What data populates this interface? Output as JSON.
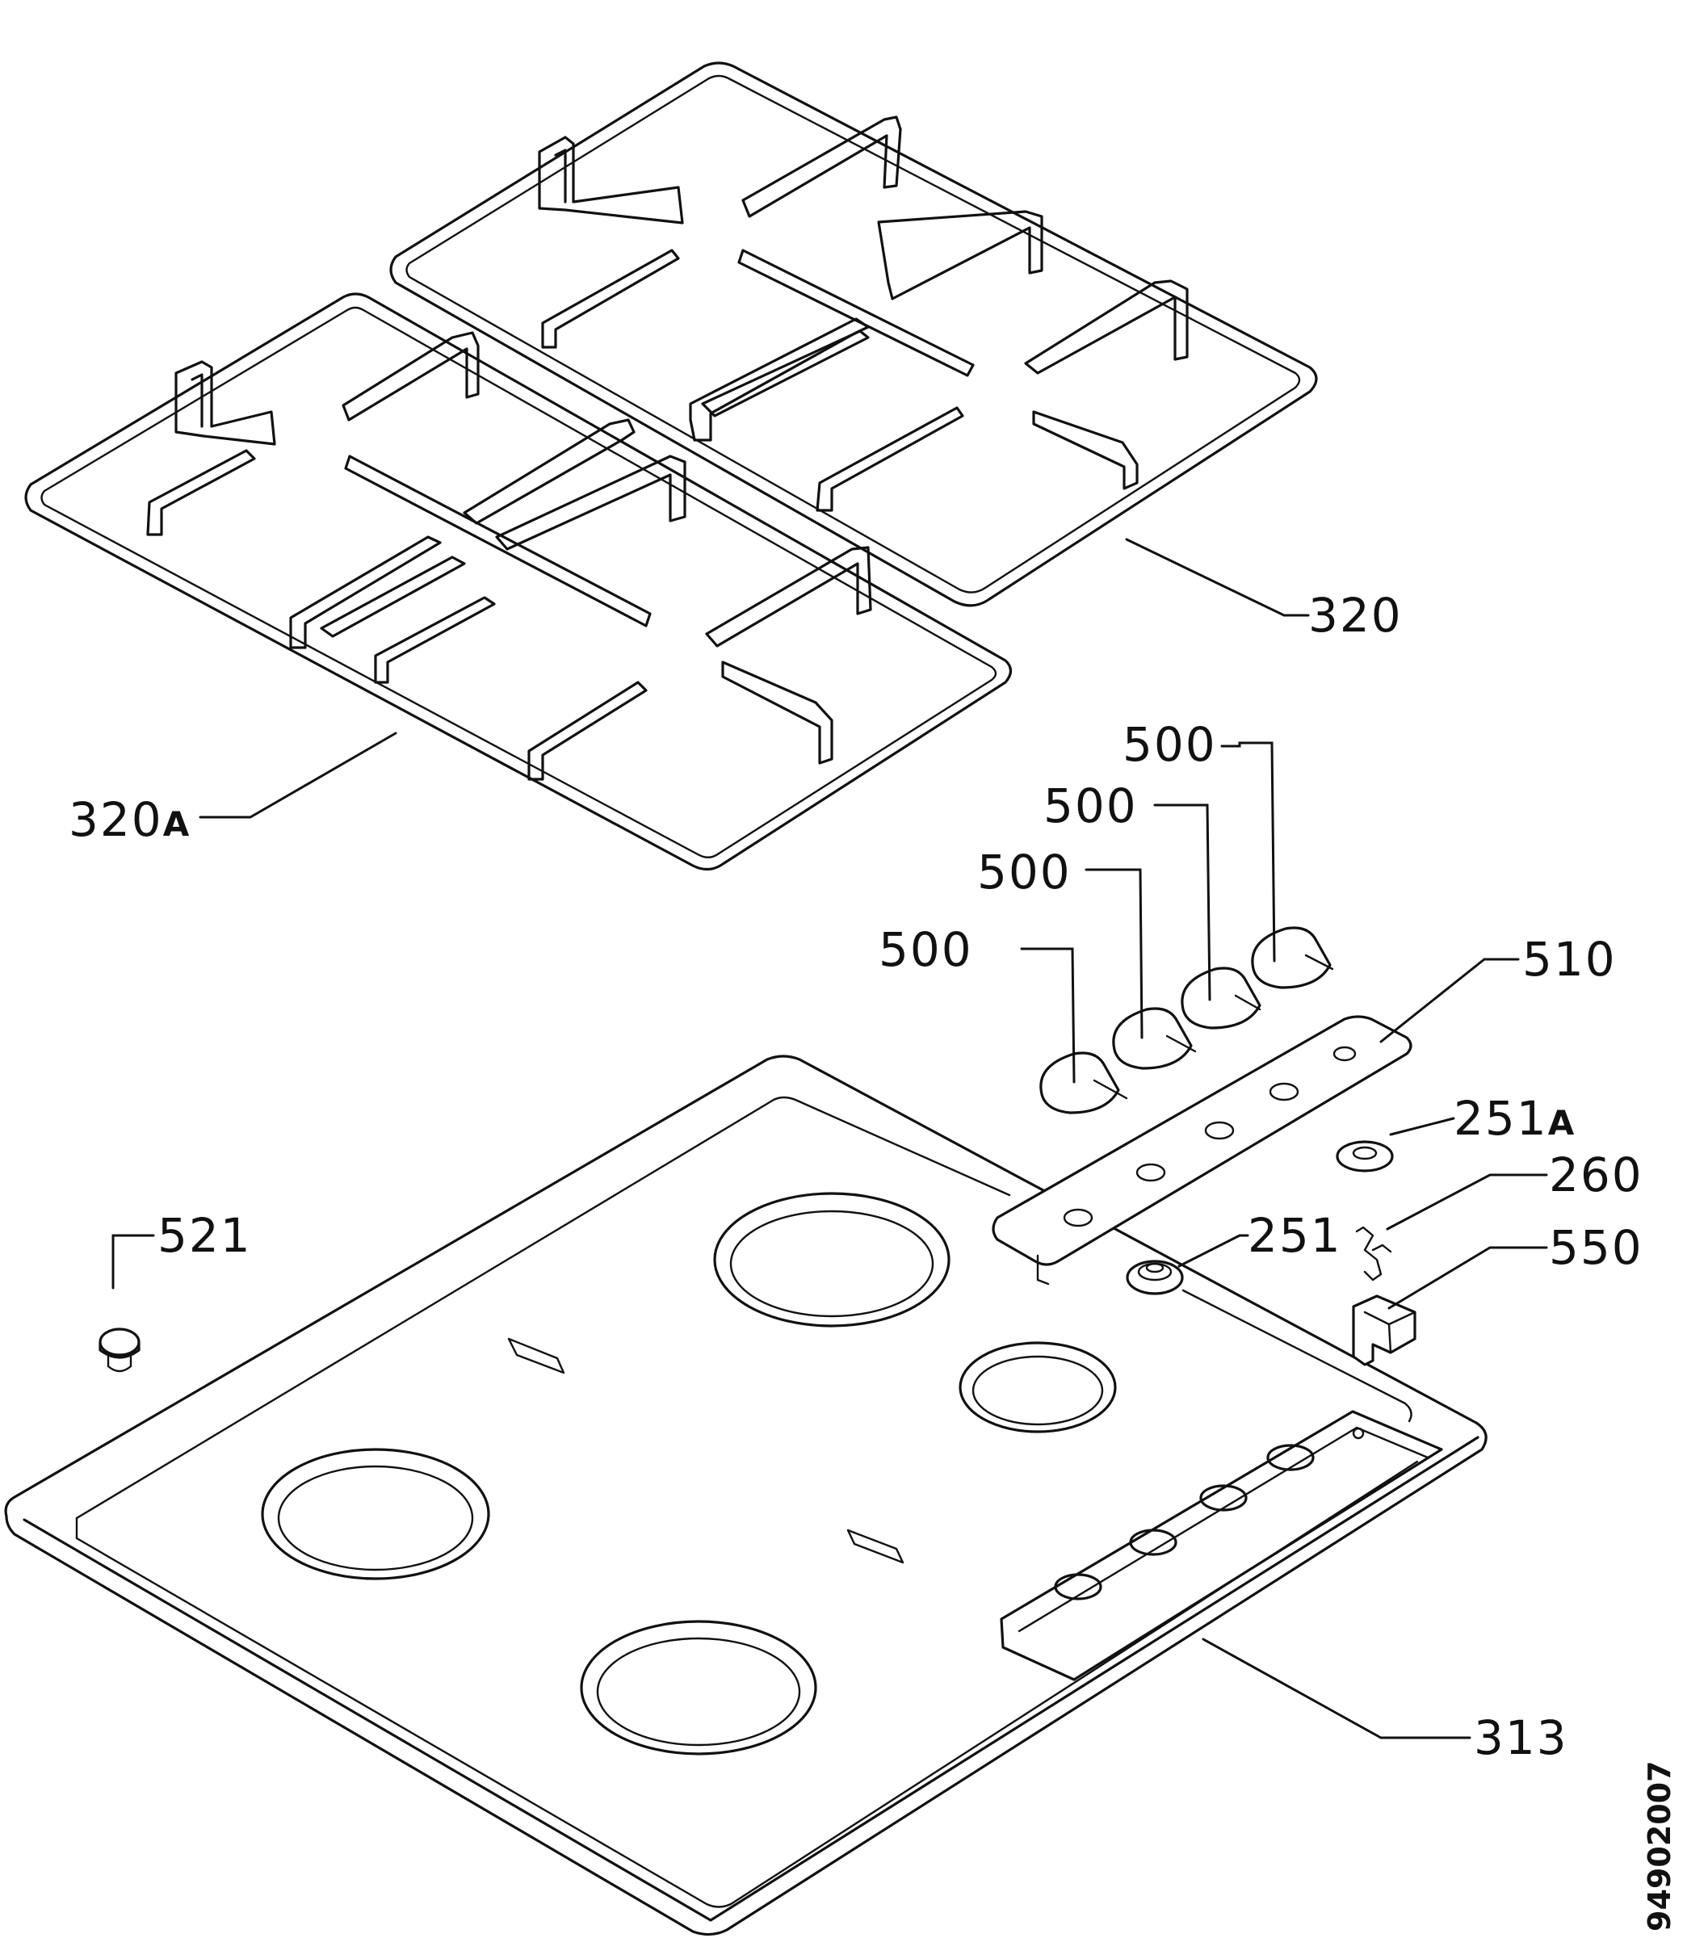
{
  "diagram": {
    "callouts": {
      "grid_320": "320",
      "grid_320a": "320",
      "grid_320a_suffix": "A",
      "knob_1": "500",
      "knob_2": "500",
      "knob_3": "500",
      "knob_4": "500",
      "panel_510": "510",
      "bush_251a": "251",
      "bush_251a_suffix": "A",
      "clip_260": "260",
      "bush_251": "251",
      "holder_550": "550",
      "foot_521": "521",
      "hob_313": "313"
    },
    "document_number": "94902007"
  }
}
